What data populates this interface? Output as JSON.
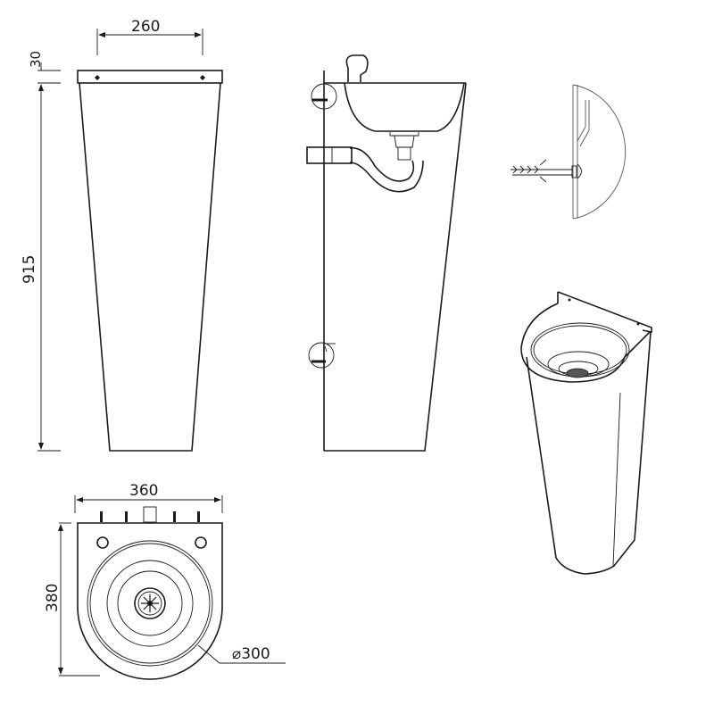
{
  "drawing": {
    "subject": "Pedestal wash basin technical drawing",
    "views": [
      "front-view",
      "side-section-view",
      "wall-fixing-detail",
      "isometric-view",
      "top-view"
    ],
    "dimensions": {
      "top_width": "260",
      "rim_height": "30",
      "total_height": "915",
      "plan_width": "360",
      "plan_depth": "380",
      "bowl_diameter": "⌀300"
    },
    "colors": {
      "line": "#1a1a1a",
      "background": "#ffffff"
    }
  }
}
